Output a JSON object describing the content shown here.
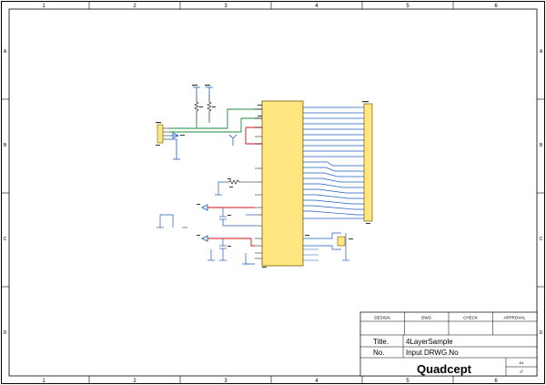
{
  "border": {
    "columns": [
      "1",
      "2",
      "3",
      "4",
      "5",
      "6"
    ],
    "rows": [
      "A",
      "B",
      "C",
      "D"
    ]
  },
  "title_block": {
    "headers": [
      "DESIGN",
      "DWG",
      "CHECK",
      "APPROVAL"
    ],
    "title_label": "Title.",
    "title_value": "4LayerSample",
    "no_label": "No.",
    "no_value": "Input DRWG.No",
    "logo": "Quadcept",
    "size_value": "A4",
    "page_value": "-/-"
  },
  "colors": {
    "frame": "#000000",
    "part_fill": "#ffe680",
    "part_stroke": "#7a5c00",
    "wire_blue": "#1f5fbf",
    "wire_green": "#1e8a3c",
    "wire_red": "#d01010",
    "power": "#1f5fbf"
  }
}
